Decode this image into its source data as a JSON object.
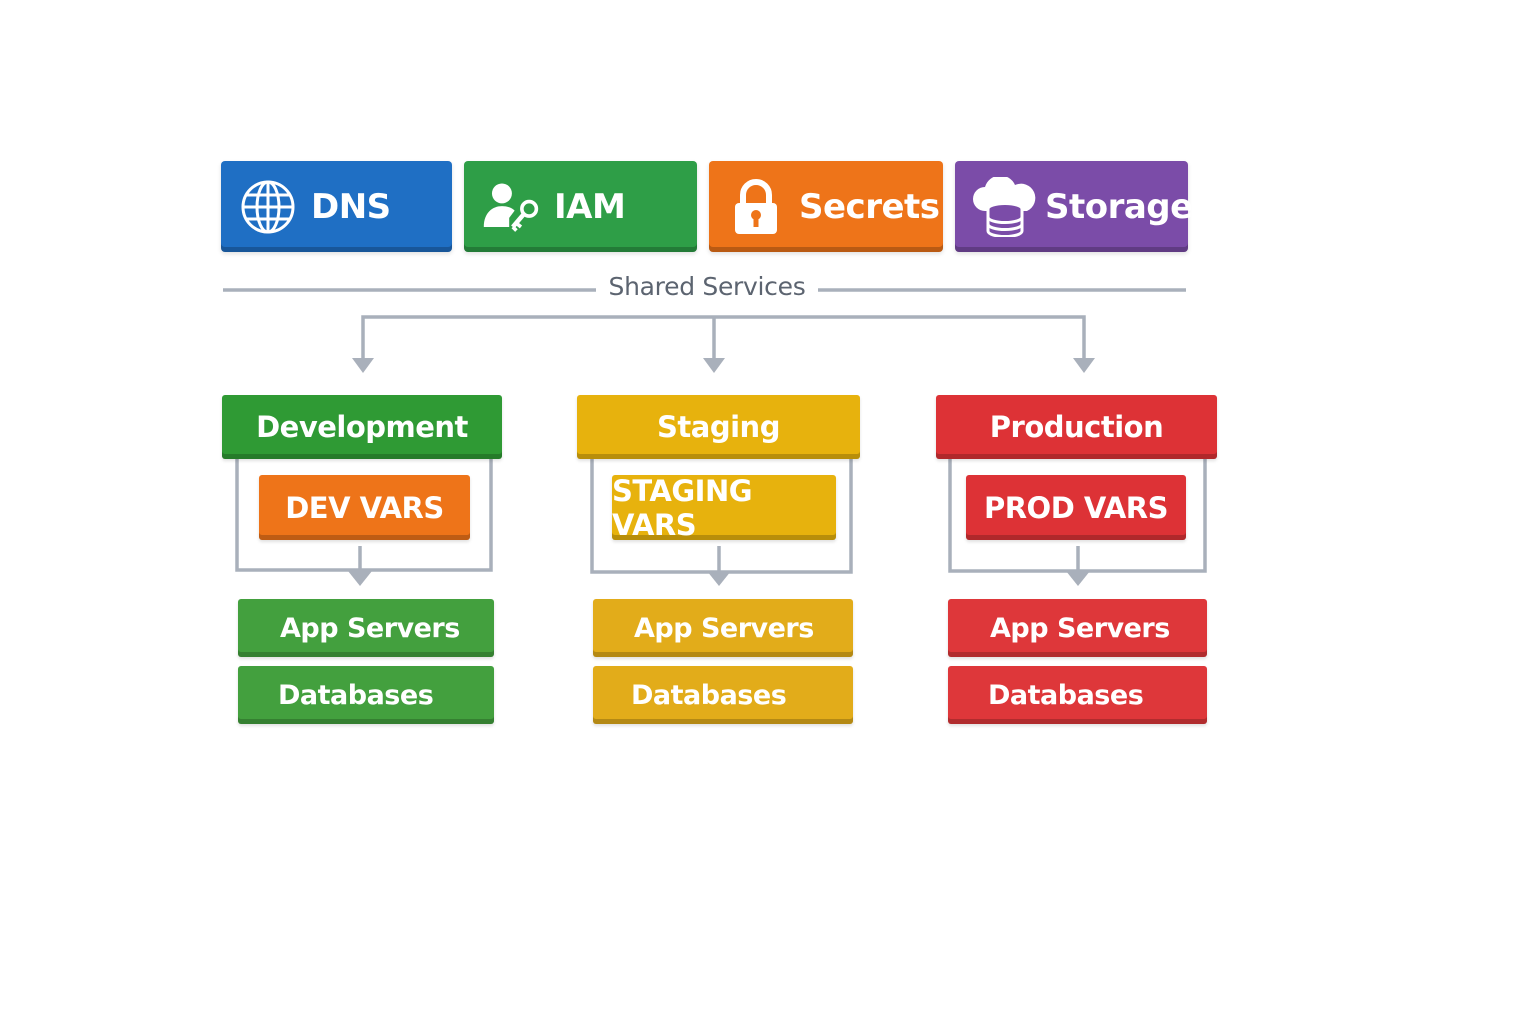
{
  "colors": {
    "dns": "#1f6fc4",
    "iam": "#2e9e47",
    "secrets": "#ee7419",
    "storage": "#7b4ca8",
    "development": "#2f9a34",
    "staging": "#e7b20d",
    "production": "#dd3236",
    "connector": "#a9b0bb"
  },
  "shared_services": {
    "label": "Shared Services",
    "items": [
      {
        "label": "DNS",
        "icon": "globe-icon"
      },
      {
        "label": "IAM",
        "icon": "user-key-icon"
      },
      {
        "label": "Secrets",
        "icon": "padlock-icon"
      },
      {
        "label": "Storage",
        "icon": "cloud-database-icon"
      }
    ]
  },
  "environments": [
    {
      "name": "Development",
      "vars": "DEV VARS",
      "resources": [
        "App Servers",
        "Databases"
      ]
    },
    {
      "name": "Staging",
      "vars": "STAGING VARS",
      "resources": [
        "App Servers",
        "Databases"
      ]
    },
    {
      "name": "Production",
      "vars": "PROD VARS",
      "resources": [
        "App Servers",
        "Databases"
      ]
    }
  ]
}
